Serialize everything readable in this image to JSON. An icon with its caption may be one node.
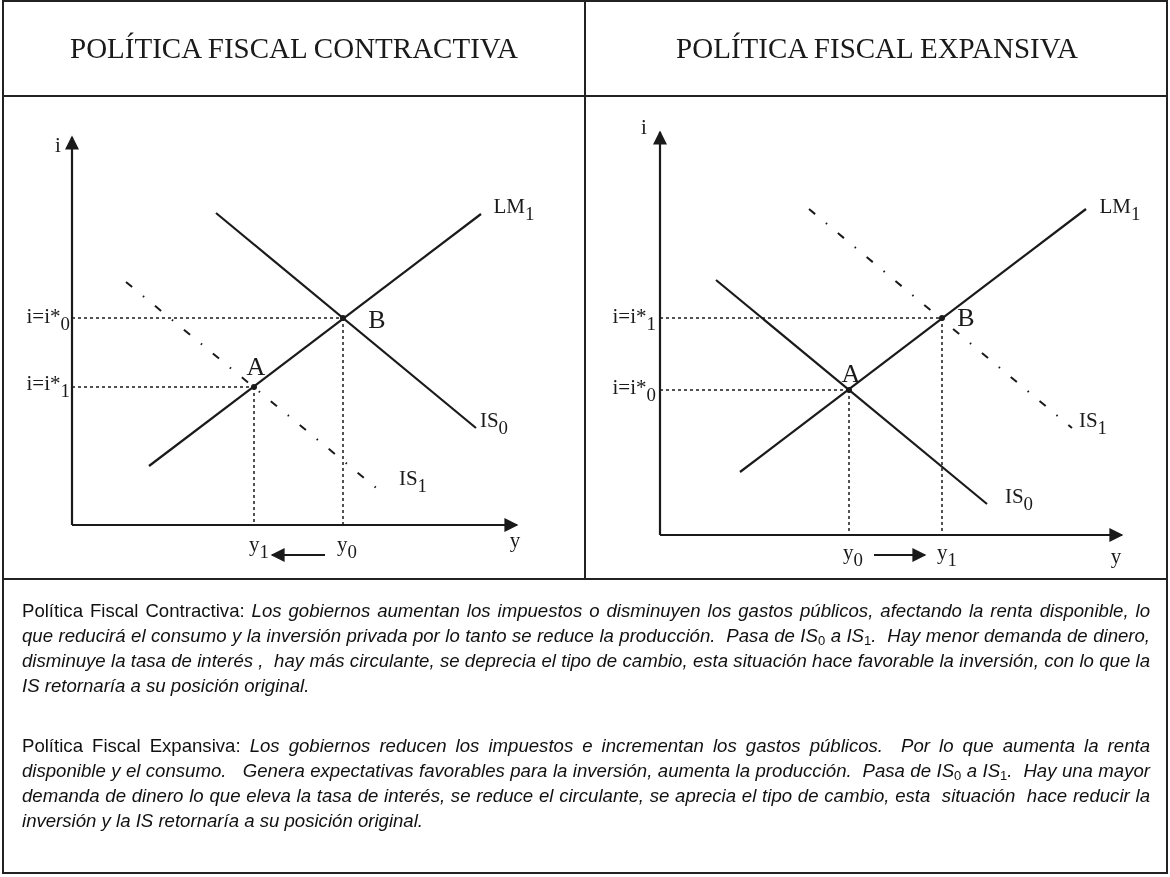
{
  "diagram": {
    "labels": [
      "POLÍTICA FISCAL CONTRACTIVA",
      "POLÍTICA FISCAL EXPANSIVA",
      "i",
      "LM$_{1}$",
      "i=i*$_{0}$",
      "B",
      "A",
      "i=i*$_{1}$",
      "IS$_{0}$",
      "IS$_{1}$",
      "y$_{1}$",
      "y$_{0}$",
      "y",
      "i",
      "LM$_{1}$",
      "i=i*$_{1}$",
      "B",
      "A",
      "i=i*$_{0}$",
      "IS$_{1}$",
      "IS$_{0}$",
      "y$_{0}$",
      "y$_{1}$",
      "y",
      "Política Fiscal Contractiva: *Los gobiernos aumentan los impuestos o disminuyen los gastos públicos, afectando la renta disponible, lo que reducirá el consumo y la inversión privada por lo tanto se reduce la producción.  Pasa de IS*$_{0}$ *a IS*$_{1}$*.  Hay menor demanda de dinero, disminuye la tasa de interés ,  hay más circulante, se deprecia el tipo de cambio, esta situación hace favorable la inversión, con lo que la IS retornaría a su posición original.*",
      "Política Fiscal Expansiva: *Los gobiernos reducen los impuestos e incrementan los gastos públicos.  Por lo que aumenta la renta disponible y el consumo.   Genera expectativas favorables para la inversión, aumenta la producción.  Pasa de IS*$_{0}$ *a IS*$_{1}$*.  Hay una mayor demanda de dinero lo que eleva la tasa de interés, se reduce el circulante, se aprecia el tipo de cambio, esta  situación  hace reducir la inversión y la IS retornaría a su posición original.*"
    ]
  }
}
